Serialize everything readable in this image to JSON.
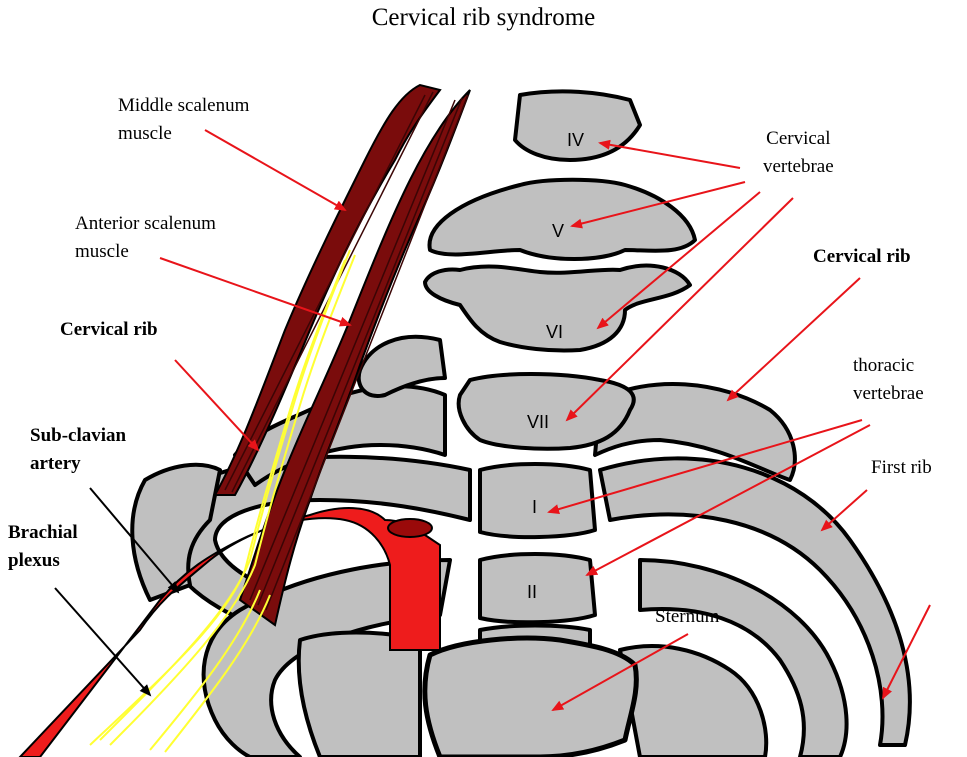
{
  "title": "Cervical rib syndrome",
  "labels": {
    "middle_scalenum": [
      "Middle scalenum",
      "muscle"
    ],
    "anterior_scalenum": [
      "Anterior scalenum",
      "muscle"
    ],
    "cervical_rib_left": "Cervical rib",
    "subclavian_artery": [
      "Sub-clavian",
      "artery"
    ],
    "brachial_plexus": [
      "Brachial",
      "plexus"
    ],
    "cervical_vertebrae": [
      "Cervical",
      "vertebrae"
    ],
    "cervical_rib_right": "Cervical rib",
    "thoracic_vertebrae": [
      "thoracic",
      "vertebrae"
    ],
    "first_rib": "First rib",
    "sternum": "Sternum"
  },
  "vertebra_numerals": {
    "c4": "IV",
    "c5": "V",
    "c6": "VI",
    "c7": "VII",
    "t1": "I",
    "t2": "II"
  },
  "colors": {
    "bone": "#c0c0c0",
    "outline": "#000000",
    "muscle": "#7a0c0c",
    "artery": "#ee1c1c",
    "nerve": "#ffff33",
    "arrow": "#e8141a"
  }
}
